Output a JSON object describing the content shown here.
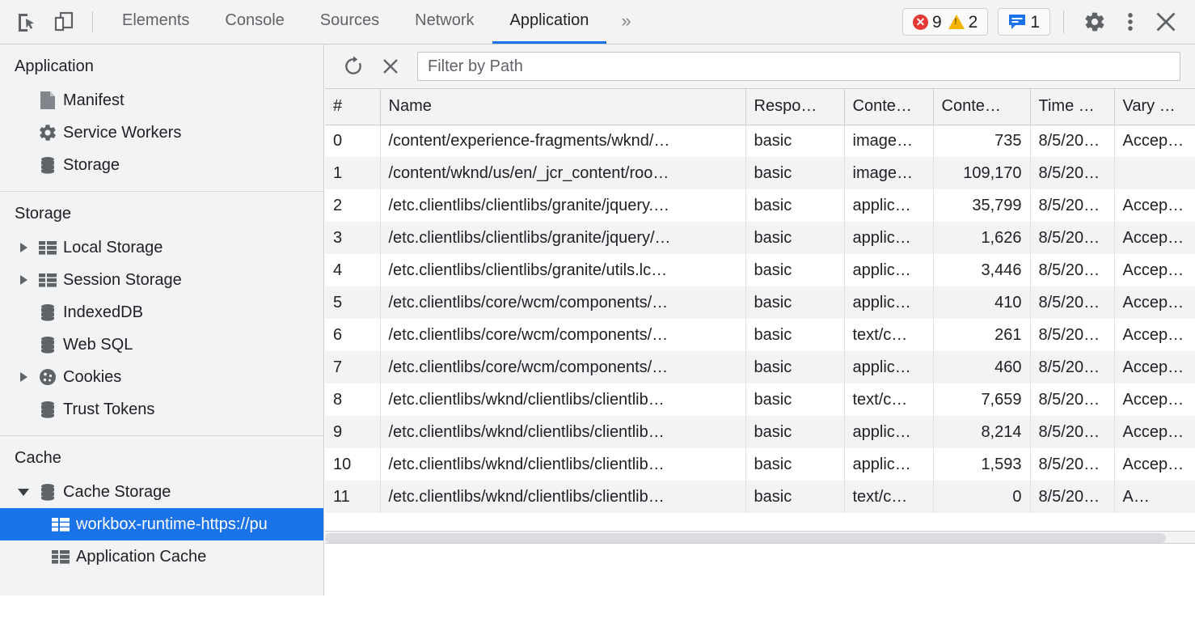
{
  "toolbar": {
    "inspect_icon": "inspect-element-icon",
    "device_icon": "device-toolbar-icon",
    "tabs": [
      {
        "label": "Elements",
        "active": false
      },
      {
        "label": "Console",
        "active": false
      },
      {
        "label": "Sources",
        "active": false
      },
      {
        "label": "Network",
        "active": false
      },
      {
        "label": "Application",
        "active": true
      }
    ],
    "more_tabs_label": "»",
    "error_count": "9",
    "warning_count": "2",
    "message_count": "1",
    "error_icon": "error-circle-icon",
    "warning_icon": "warning-triangle-icon",
    "message_icon": "message-bubble-icon",
    "settings_icon": "gear-icon",
    "more_icon": "kebab-menu-icon",
    "close_icon": "close-icon",
    "accent_color": "#1a73e8",
    "error_color": "#e53935",
    "warning_color": "#f5b400"
  },
  "sidebar": {
    "sections": [
      {
        "title": "Application",
        "items": [
          {
            "label": "Manifest",
            "icon": "manifest-document-icon",
            "expandable": false,
            "expanded": false,
            "selected": false
          },
          {
            "label": "Service Workers",
            "icon": "gear-icon",
            "expandable": false,
            "expanded": false,
            "selected": false
          },
          {
            "label": "Storage",
            "icon": "database-icon",
            "expandable": false,
            "expanded": false,
            "selected": false
          }
        ]
      },
      {
        "title": "Storage",
        "items": [
          {
            "label": "Local Storage",
            "icon": "table-icon",
            "expandable": true,
            "expanded": false,
            "selected": false
          },
          {
            "label": "Session Storage",
            "icon": "table-icon",
            "expandable": true,
            "expanded": false,
            "selected": false
          },
          {
            "label": "IndexedDB",
            "icon": "database-icon",
            "expandable": false,
            "expanded": false,
            "selected": false
          },
          {
            "label": "Web SQL",
            "icon": "database-icon",
            "expandable": false,
            "expanded": false,
            "selected": false
          },
          {
            "label": "Cookies",
            "icon": "cookie-icon",
            "expandable": true,
            "expanded": false,
            "selected": false
          },
          {
            "label": "Trust Tokens",
            "icon": "database-icon",
            "expandable": false,
            "expanded": false,
            "selected": false
          }
        ]
      },
      {
        "title": "Cache",
        "items": [
          {
            "label": "Cache Storage",
            "icon": "database-icon",
            "expandable": true,
            "expanded": true,
            "selected": false
          },
          {
            "label": "workbox-runtime-https://pu",
            "icon": "table-icon",
            "expandable": false,
            "expanded": false,
            "selected": true,
            "child": true
          },
          {
            "label": "Application Cache",
            "icon": "table-icon",
            "expandable": false,
            "expanded": false,
            "selected": false
          }
        ]
      }
    ]
  },
  "main": {
    "refresh_icon": "refresh-icon",
    "delete_icon": "delete-x-icon",
    "filter_placeholder": "Filter by Path",
    "filter_value": "",
    "columns": [
      {
        "key": "num",
        "label": "#"
      },
      {
        "key": "name",
        "label": "Name"
      },
      {
        "key": "response_type",
        "label": "Respo…"
      },
      {
        "key": "content_type",
        "label": "Conte…"
      },
      {
        "key": "content_length",
        "label": "Conte…"
      },
      {
        "key": "time_cached",
        "label": "Time …"
      },
      {
        "key": "vary_header",
        "label": "Vary H…"
      }
    ],
    "rows": [
      {
        "num": "0",
        "name": "/content/experience-fragments/wknd/…",
        "response_type": "basic",
        "content_type": "image…",
        "content_length": "735",
        "time_cached": "8/5/20…",
        "vary_header": "Accep…"
      },
      {
        "num": "1",
        "name": "/content/wknd/us/en/_jcr_content/roo…",
        "response_type": "basic",
        "content_type": "image…",
        "content_length": "109,170",
        "time_cached": "8/5/20…",
        "vary_header": ""
      },
      {
        "num": "2",
        "name": "/etc.clientlibs/clientlibs/granite/jquery.…",
        "response_type": "basic",
        "content_type": "applic…",
        "content_length": "35,799",
        "time_cached": "8/5/20…",
        "vary_header": "Accep…"
      },
      {
        "num": "3",
        "name": "/etc.clientlibs/clientlibs/granite/jquery/…",
        "response_type": "basic",
        "content_type": "applic…",
        "content_length": "1,626",
        "time_cached": "8/5/20…",
        "vary_header": "Accep…"
      },
      {
        "num": "4",
        "name": "/etc.clientlibs/clientlibs/granite/utils.lc…",
        "response_type": "basic",
        "content_type": "applic…",
        "content_length": "3,446",
        "time_cached": "8/5/20…",
        "vary_header": "Accep…"
      },
      {
        "num": "5",
        "name": "/etc.clientlibs/core/wcm/components/…",
        "response_type": "basic",
        "content_type": "applic…",
        "content_length": "410",
        "time_cached": "8/5/20…",
        "vary_header": "Accep…"
      },
      {
        "num": "6",
        "name": "/etc.clientlibs/core/wcm/components/…",
        "response_type": "basic",
        "content_type": "text/c…",
        "content_length": "261",
        "time_cached": "8/5/20…",
        "vary_header": "Accep…"
      },
      {
        "num": "7",
        "name": "/etc.clientlibs/core/wcm/components/…",
        "response_type": "basic",
        "content_type": "applic…",
        "content_length": "460",
        "time_cached": "8/5/20…",
        "vary_header": "Accep…"
      },
      {
        "num": "8",
        "name": "/etc.clientlibs/wknd/clientlibs/clientlib…",
        "response_type": "basic",
        "content_type": "text/c…",
        "content_length": "7,659",
        "time_cached": "8/5/20…",
        "vary_header": "Accep…"
      },
      {
        "num": "9",
        "name": "/etc.clientlibs/wknd/clientlibs/clientlib…",
        "response_type": "basic",
        "content_type": "applic…",
        "content_length": "8,214",
        "time_cached": "8/5/20…",
        "vary_header": "Accep…"
      },
      {
        "num": "10",
        "name": "/etc.clientlibs/wknd/clientlibs/clientlib…",
        "response_type": "basic",
        "content_type": "applic…",
        "content_length": "1,593",
        "time_cached": "8/5/20…",
        "vary_header": "Accep…"
      },
      {
        "num": "11",
        "name": "/etc.clientlibs/wknd/clientlibs/clientlib…",
        "response_type": "basic",
        "content_type": "text/c…",
        "content_length": "0",
        "time_cached": "8/5/20…",
        "vary_header": "A…"
      }
    ]
  }
}
